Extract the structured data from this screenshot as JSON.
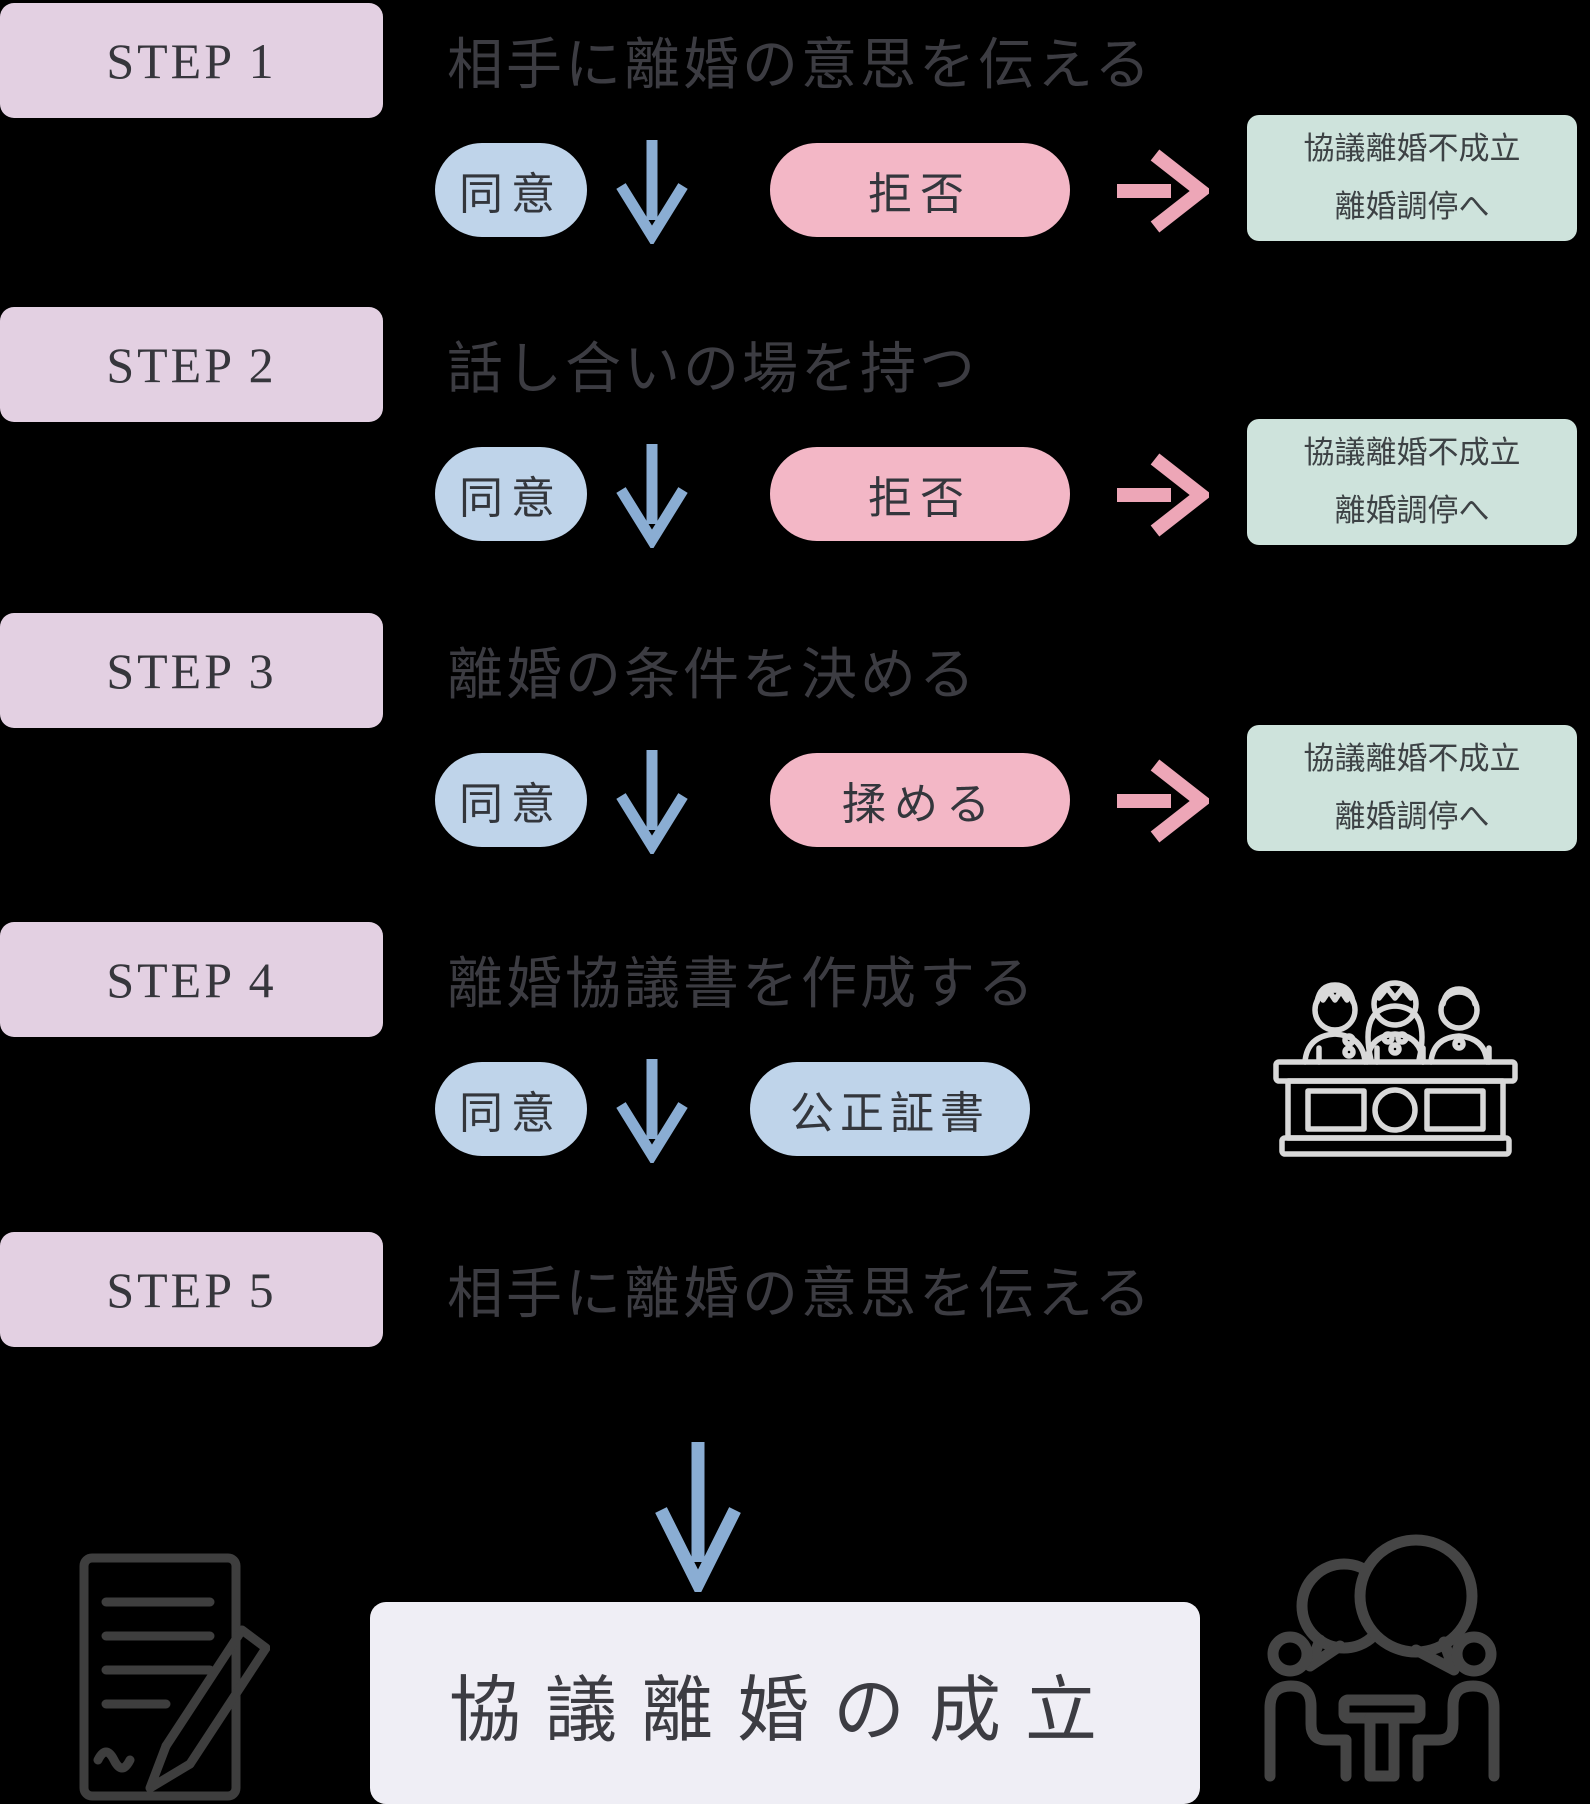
{
  "canvas": {
    "background": "#000000"
  },
  "palette": {
    "step_box_bg": "#e3d0e2",
    "agree_pill_bg": "#bfd4ea",
    "refuse_pill_bg": "#f3b7c6",
    "fail_box_bg": "#cee3dc",
    "final_box_bg": "#efeef5",
    "down_arrow": "#8aadd3",
    "right_arrow": "#eda6b7",
    "title_text": "#3c3c42",
    "judges_icon_stroke": "#d9d9d9",
    "dark_icon_stroke": "#424242"
  },
  "steps": [
    {
      "label": "STEP 1",
      "title": "相手に離婚の意思を伝える",
      "agree": "同意",
      "refuse": "拒否",
      "fail_line1": "協議離婚不成立",
      "fail_line2": "離婚調停へ"
    },
    {
      "label": "STEP 2",
      "title": "話し合いの場を持つ",
      "agree": "同意",
      "refuse": "拒否",
      "fail_line1": "協議離婚不成立",
      "fail_line2": "離婚調停へ"
    },
    {
      "label": "STEP 3",
      "title": "離婚の条件を決める",
      "agree": "同意",
      "refuse": "揉める",
      "fail_line1": "協議離婚不成立",
      "fail_line2": "離婚調停へ"
    },
    {
      "label": "STEP 4",
      "title": "離婚協議書を作成する",
      "agree": "同意",
      "notary": "公正証書"
    },
    {
      "label": "STEP 5",
      "title": "相手に離婚の意思を伝える"
    }
  ],
  "final": {
    "label": "協議離婚の成立"
  },
  "icons": {
    "judges": "judges-bench-icon",
    "document": "document-pen-icon",
    "meeting": "people-meeting-icon",
    "down_arrow": "down-arrow-icon",
    "right_arrow": "right-arrow-icon"
  }
}
